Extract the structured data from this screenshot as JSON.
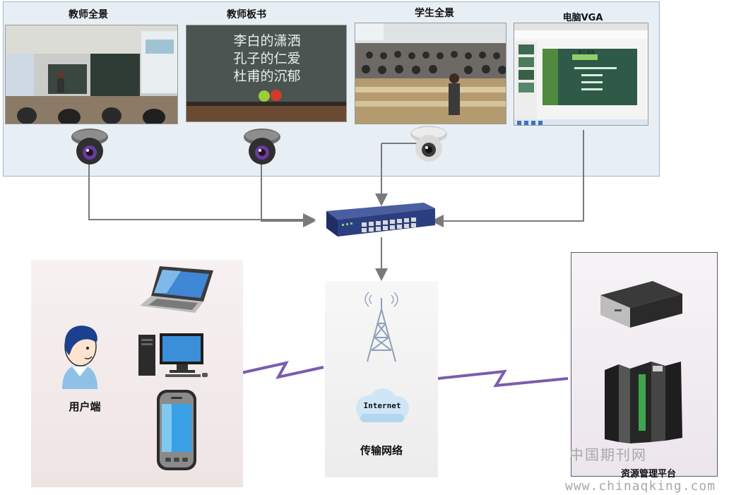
{
  "feeds": [
    {
      "title": "教师全景",
      "icon": "teacher-panorama-icon"
    },
    {
      "title": "教师板书",
      "icon": "blackboard-icon"
    },
    {
      "title": "学生全景",
      "icon": "students-panorama-icon"
    },
    {
      "title": "电脑VGA",
      "icon": "computer-vga-icon"
    }
  ],
  "blackboard_lines": [
    "李白的潇洒",
    "孔子的仁爱",
    "杜甫的沉郁"
  ],
  "vga_slide_title": "第三目录",
  "cameras": [
    "dome-camera-icon",
    "dome-camera-icon",
    "dome-camera-icon"
  ],
  "switch": {
    "icon": "network-switch-icon"
  },
  "user_side": {
    "label": "用户端",
    "icons": [
      "user-avatar-icon",
      "laptop-icon",
      "desktop-pc-icon",
      "smartphone-icon"
    ]
  },
  "network": {
    "label": "传输网络",
    "cloud_text": "Internet",
    "icons": [
      "radio-tower-icon",
      "internet-cloud-icon"
    ]
  },
  "resource": {
    "label": "资源管理平台",
    "icons": [
      "server-box-icon",
      "server-rack-icon"
    ]
  },
  "watermark": {
    "cn": "中国期刊网",
    "url": "www.chinaqking.com"
  },
  "colors": {
    "panel_bg": "#e7eff5",
    "link": "#7a7a7a",
    "wireless": "#7a5cb0"
  }
}
